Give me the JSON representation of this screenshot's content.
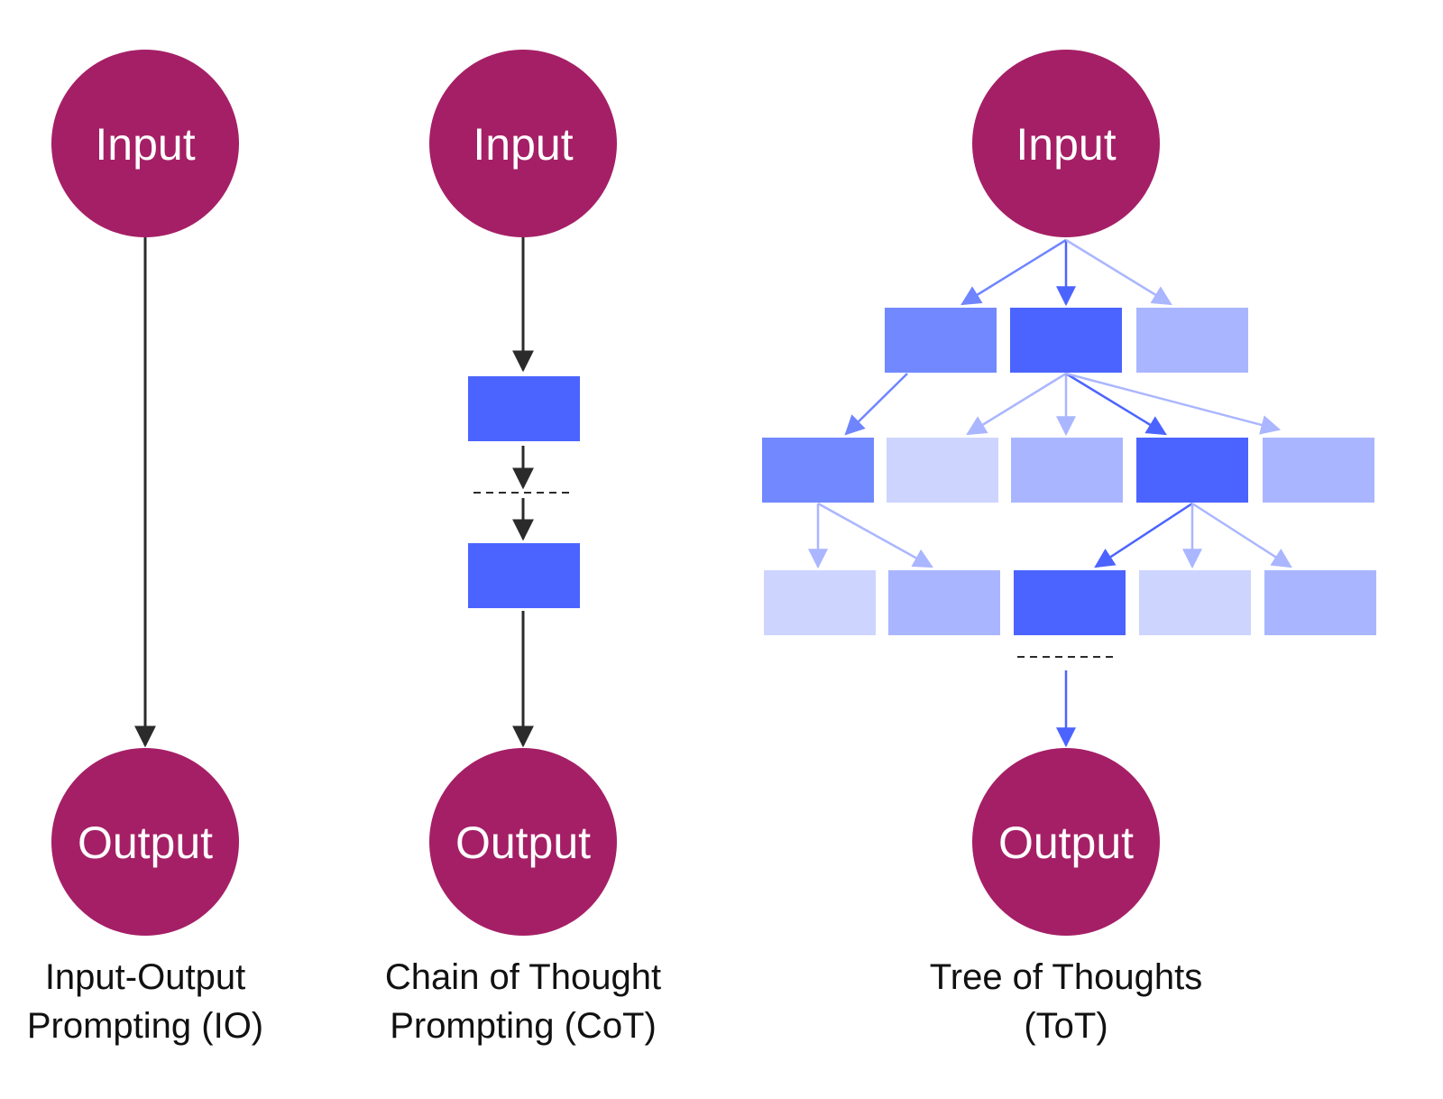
{
  "colors": {
    "node": "#a51f66",
    "box_strong": "#4b64ff",
    "box_mid": "#7188ff",
    "box_light": "#a9b6ff",
    "box_faint": "#cdd5ff",
    "arrow_dark": "#2b2b2b",
    "arrow_blue": "#4b64ff"
  },
  "columns": {
    "io": {
      "input_label": "Input",
      "output_label": "Output",
      "caption_line1": "Input-Output",
      "caption_line2": "Prompting (IO)"
    },
    "cot": {
      "input_label": "Input",
      "output_label": "Output",
      "caption_line1": "Chain of Thought",
      "caption_line2": "Prompting (CoT)"
    },
    "tot": {
      "input_label": "Input",
      "output_label": "Output",
      "caption_line1": "Tree of Thoughts",
      "caption_line2": "(ToT)"
    }
  }
}
